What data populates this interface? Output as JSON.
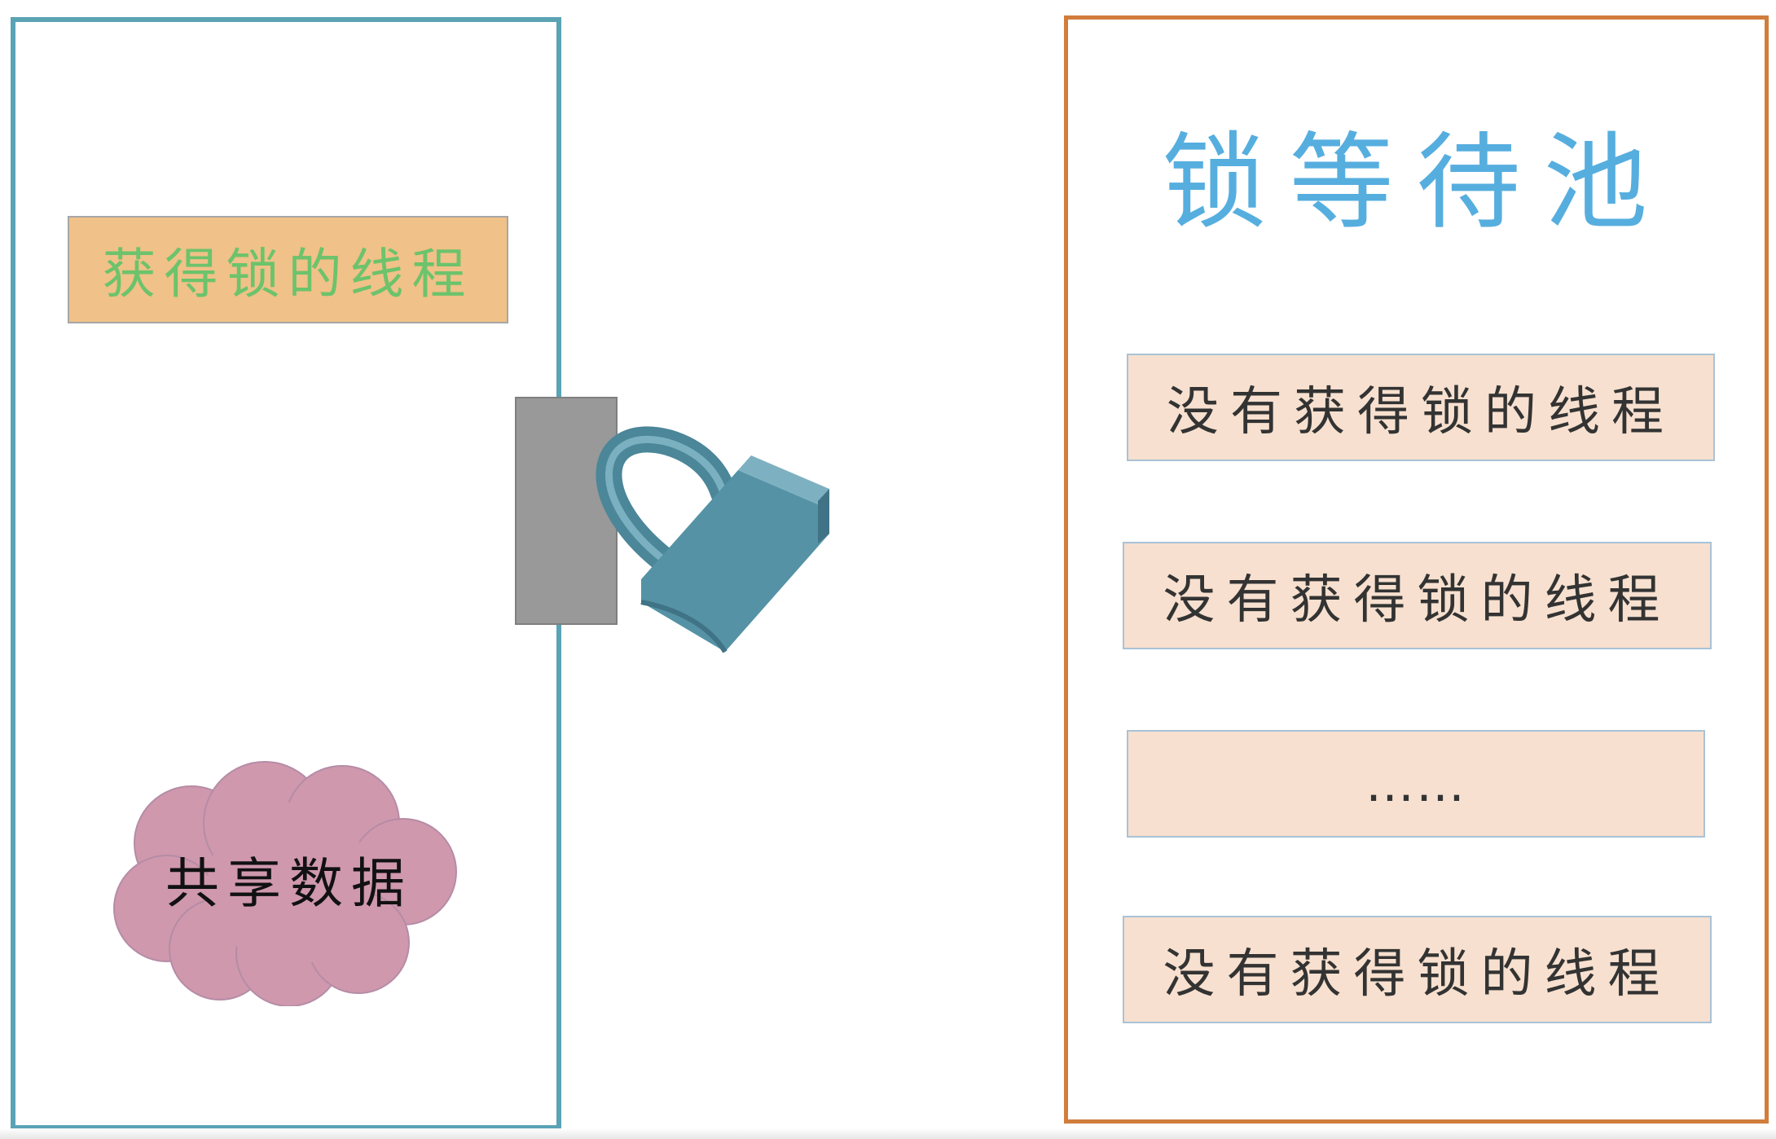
{
  "left_panel": {
    "owner_thread_label": "获得锁的线程",
    "shared_data_label": "共享数据"
  },
  "right_panel": {
    "title": "锁等待池",
    "waiting_threads": [
      "没有获得锁的线程",
      "没有获得锁的线程",
      "……",
      "没有获得锁的线程"
    ]
  },
  "colors": {
    "left_border": "#5aa3b5",
    "right_border": "#d17d3c",
    "owner_box_fill": "#f0c188",
    "owner_text": "#6cc36b",
    "title_text": "#56aedf",
    "waiter_fill": "#f7e0cf",
    "cloud_fill": "#cf98ad",
    "lock_body": "#5592a5",
    "hasp_plate": "#999999"
  },
  "icons": [
    "padlock-icon",
    "cloud-shape"
  ]
}
